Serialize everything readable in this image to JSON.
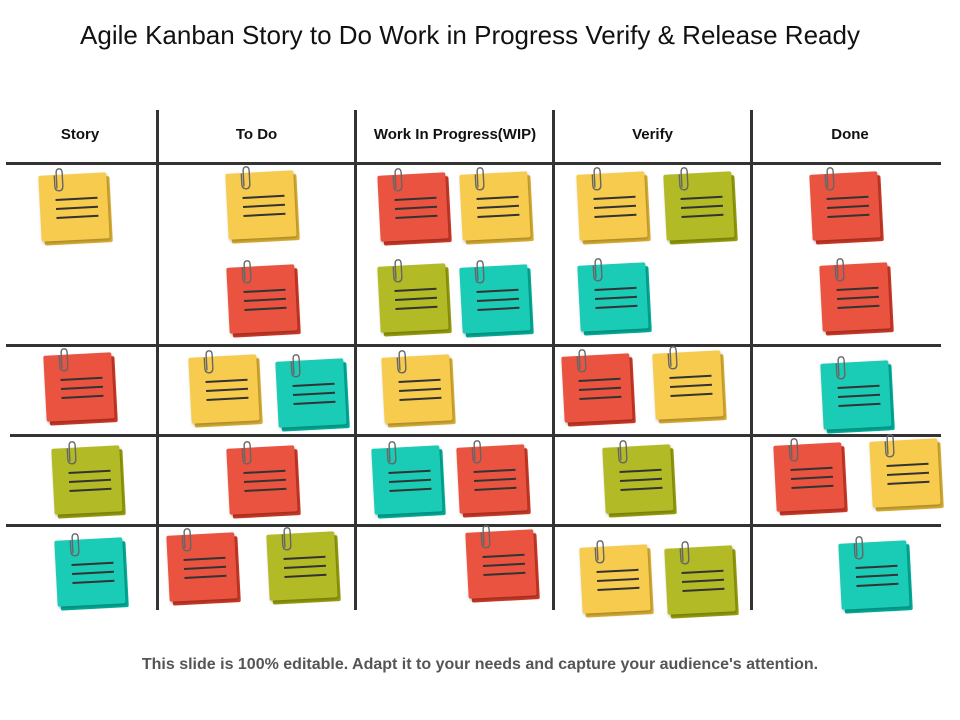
{
  "title": "Agile Kanban Story to Do Work in Progress Verify & Release Ready",
  "columns": [
    "Story",
    "To Do",
    "Work In Progress(WIP)",
    "Verify",
    "Done"
  ],
  "footer": "This slide is 100% editable. Adapt it to your needs and capture your audience's attention.",
  "colors": {
    "yellow": "#F7CB4D",
    "red": "#EA5340",
    "green": "#B2BA26",
    "teal": "#1ACBB6",
    "grid": "#333333"
  },
  "notes": [
    {
      "column": "Story",
      "color": "yellow"
    },
    {
      "column": "Story",
      "color": "red"
    },
    {
      "column": "Story",
      "color": "green"
    },
    {
      "column": "Story",
      "color": "teal"
    },
    {
      "column": "To Do",
      "color": "yellow"
    },
    {
      "column": "To Do",
      "color": "red"
    },
    {
      "column": "To Do",
      "color": "yellow"
    },
    {
      "column": "To Do",
      "color": "teal"
    },
    {
      "column": "To Do",
      "color": "red"
    },
    {
      "column": "To Do",
      "color": "red"
    },
    {
      "column": "To Do",
      "color": "green"
    },
    {
      "column": "Work In Progress(WIP)",
      "color": "red"
    },
    {
      "column": "Work In Progress(WIP)",
      "color": "yellow"
    },
    {
      "column": "Work In Progress(WIP)",
      "color": "green"
    },
    {
      "column": "Work In Progress(WIP)",
      "color": "teal"
    },
    {
      "column": "Work In Progress(WIP)",
      "color": "yellow"
    },
    {
      "column": "Work In Progress(WIP)",
      "color": "teal"
    },
    {
      "column": "Work In Progress(WIP)",
      "color": "red"
    },
    {
      "column": "Work In Progress(WIP)",
      "color": "red"
    },
    {
      "column": "Verify",
      "color": "yellow"
    },
    {
      "column": "Verify",
      "color": "green"
    },
    {
      "column": "Verify",
      "color": "teal"
    },
    {
      "column": "Verify",
      "color": "red"
    },
    {
      "column": "Verify",
      "color": "yellow"
    },
    {
      "column": "Verify",
      "color": "green"
    },
    {
      "column": "Verify",
      "color": "yellow"
    },
    {
      "column": "Verify",
      "color": "green"
    },
    {
      "column": "Done",
      "color": "red"
    },
    {
      "column": "Done",
      "color": "red"
    },
    {
      "column": "Done",
      "color": "teal"
    },
    {
      "column": "Done",
      "color": "red"
    },
    {
      "column": "Done",
      "color": "yellow"
    },
    {
      "column": "Done",
      "color": "teal"
    }
  ]
}
